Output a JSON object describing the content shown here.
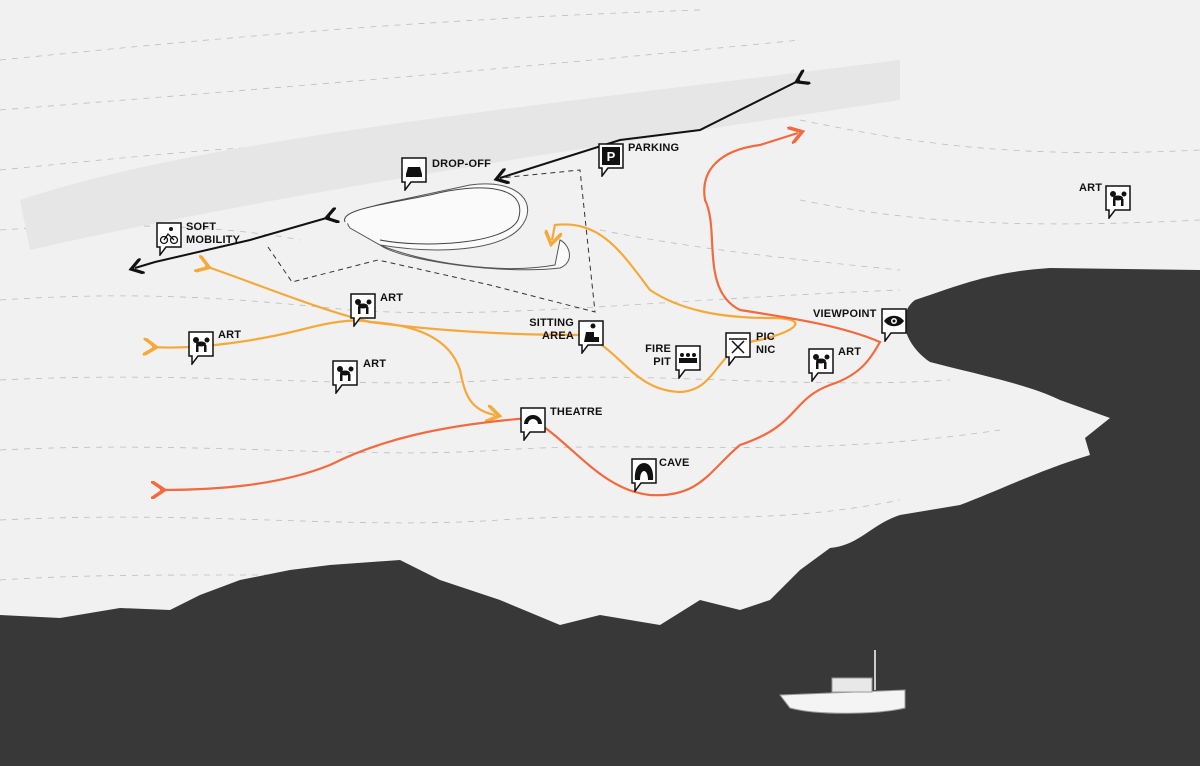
{
  "colors": {
    "land": "#f1f1f1",
    "water": "#383838",
    "route_orange": "#f5a93a",
    "route_red": "#f26a3d",
    "route_black": "#111111"
  },
  "labels": {
    "drop_off": "DROP-OFF",
    "parking": "PARKING",
    "soft_mobility": [
      "SOFT",
      "MOBILITY"
    ],
    "art": "ART",
    "sitting_area": [
      "SITTING",
      "AREA"
    ],
    "fire_pit": [
      "FIRE",
      "PIT"
    ],
    "picnic": [
      "PIC",
      "NIC"
    ],
    "viewpoint": "VIEWPOINT",
    "theatre": "THEATRE",
    "cave": "CAVE"
  },
  "icons": [
    "car-icon",
    "parking-icon",
    "bicycle-icon",
    "balloon-dog-icon",
    "sitting-icon",
    "group-icon",
    "picnic-table-icon",
    "eye-icon",
    "theatre-icon",
    "cave-icon"
  ]
}
